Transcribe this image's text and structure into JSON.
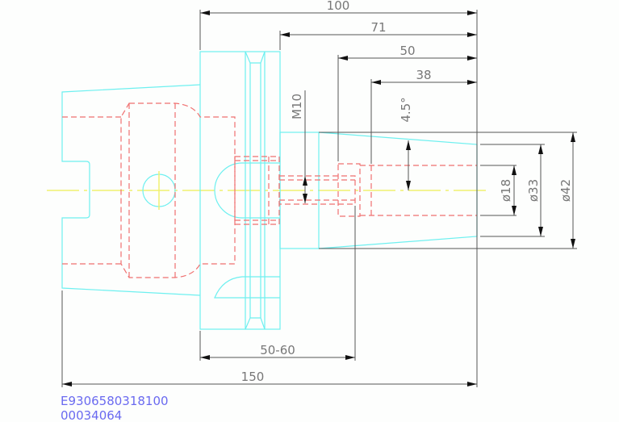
{
  "drawing": {
    "dimensions": {
      "overall_length": "100",
      "flange_to_end": "71",
      "bore_depth_outer": "50",
      "bore_depth": "38",
      "thread": "M10",
      "taper_angle": "4.5°",
      "bore_diameter": "ø18",
      "end_diameter": "ø33",
      "body_diameter": "ø42",
      "clamping_range": "50-60",
      "total_length": "150"
    },
    "part_number": "E9306580318100",
    "article_number": "00034064",
    "colors": {
      "outline": "#6ef0f0",
      "hidden": "#f07070",
      "centerline": "#f0f070",
      "dimension": "#555555",
      "text": "#6a6af0"
    }
  }
}
